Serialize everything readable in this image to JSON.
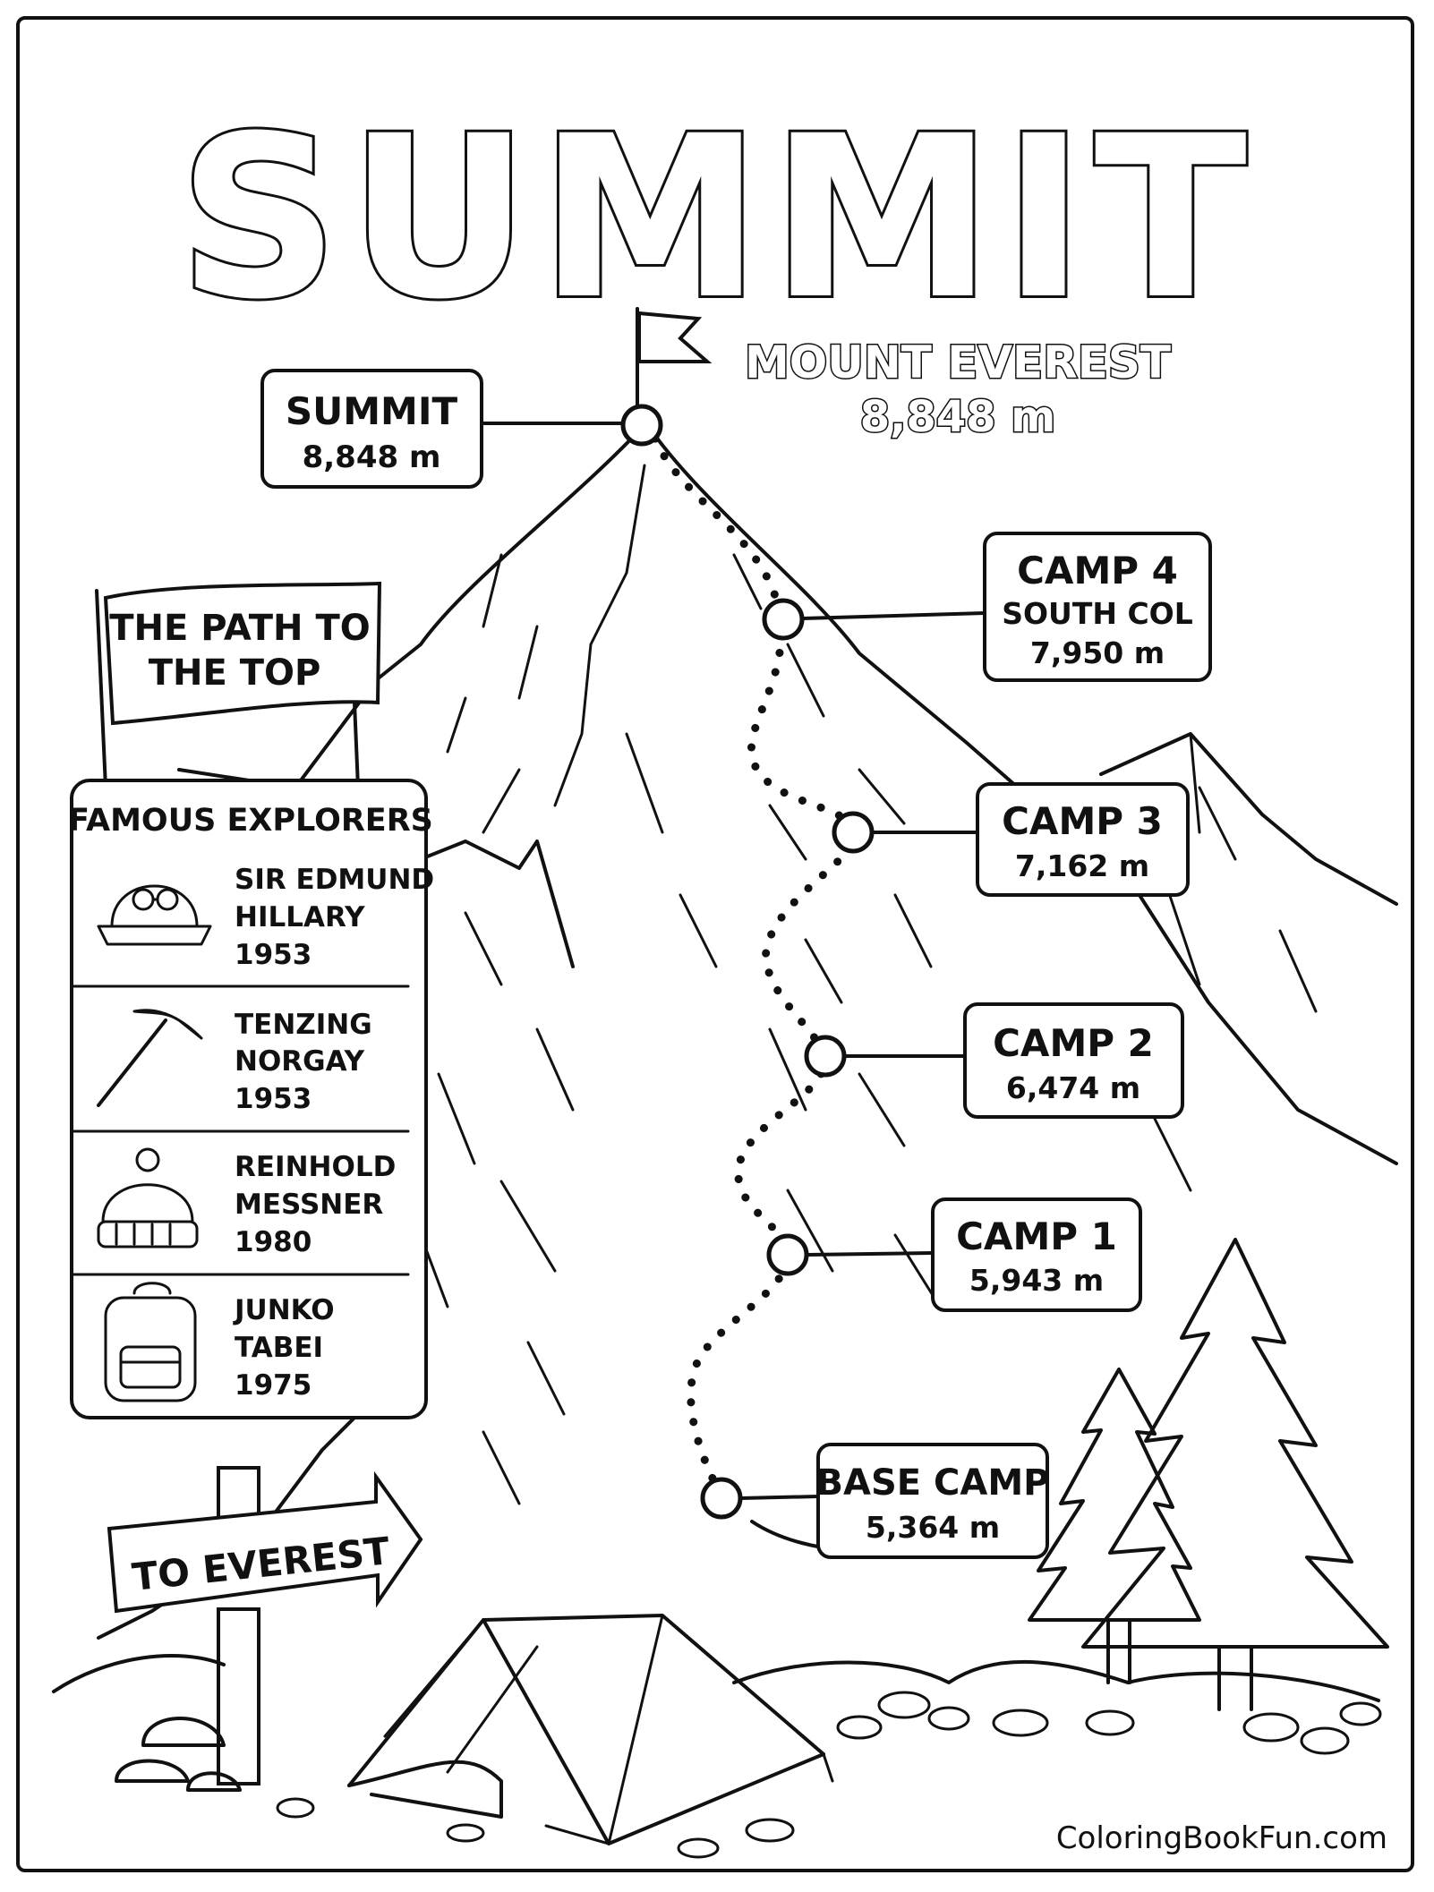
{
  "title": "SUMMIT",
  "mountain": {
    "name": "MOUNT EVEREST",
    "height": "8,848 m"
  },
  "banner": {
    "line1": "THE PATH TO",
    "line2": "THE TOP"
  },
  "sign": {
    "label": "TO EVEREST"
  },
  "camps": [
    {
      "name": "SUMMIT",
      "sub": "",
      "height": "8,848 m"
    },
    {
      "name": "CAMP 4",
      "sub": "SOUTH COL",
      "height": "7,950 m"
    },
    {
      "name": "CAMP 3",
      "sub": "",
      "height": "7,162 m"
    },
    {
      "name": "CAMP 2",
      "sub": "",
      "height": "6,474 m"
    },
    {
      "name": "CAMP 1",
      "sub": "",
      "height": "5,943 m"
    },
    {
      "name": "BASE CAMP",
      "sub": "",
      "height": "5,364 m"
    }
  ],
  "explorers": {
    "heading": "FAMOUS EXPLORERS",
    "items": [
      {
        "line1": "SIR EDMUND",
        "line2": "HILLARY",
        "year": "1953",
        "icon": "explorer-hat-icon"
      },
      {
        "line1": "TENZING",
        "line2": "NORGAY",
        "year": "1953",
        "icon": "ice-axe-icon"
      },
      {
        "line1": "REINHOLD",
        "line2": "MESSNER",
        "year": "1980",
        "icon": "beanie-icon"
      },
      {
        "line1": "JUNKO",
        "line2": "TABEI",
        "year": "1975",
        "icon": "backpack-icon"
      }
    ]
  },
  "credit": "ColoringBookFun.com"
}
